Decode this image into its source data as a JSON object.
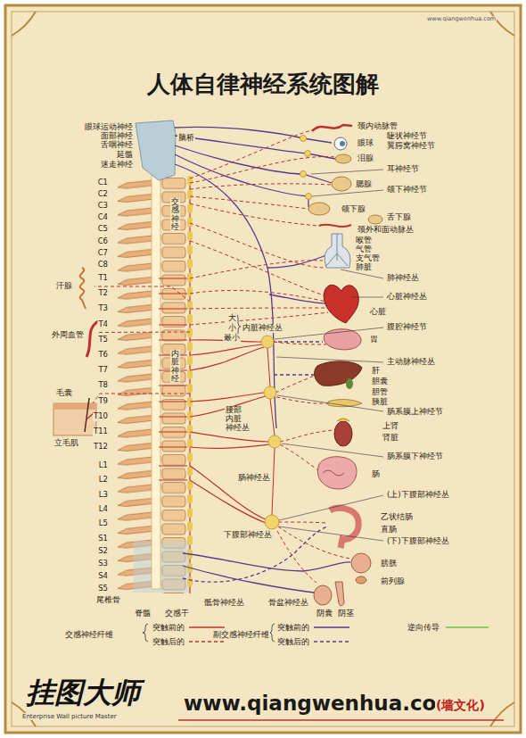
{
  "diagram": {
    "title": "人体自律神经系统图解",
    "labels": [
      "www.qiangwenhua.com",
      "眼球运动神经",
      "面部神经",
      "舌咽神经",
      "延髓",
      "迷走神经",
      "脑桥",
      "C1",
      "C2",
      "C3",
      "C4",
      "C5",
      "C6",
      "C7",
      "C8",
      "T1",
      "T2",
      "T3",
      "T4",
      "T5",
      "T6",
      "T7",
      "T8",
      "T9",
      "T10",
      "T11",
      "T12",
      "L1",
      "L2",
      "L3",
      "L4",
      "L5",
      "S1",
      "S2",
      "S3",
      "S4",
      "S5",
      "尾椎骨",
      "脊髓",
      "交感干",
      "汗腺",
      "外周血管",
      "毛囊",
      "立毛肌",
      "交感神经",
      "内脏神经",
      "大",
      "小",
      "最小",
      "内脏神经丛",
      "腰部 内脏 神经丛",
      "肠神经丛",
      "下腹部神经丛",
      "骶骨神经丛",
      "骨盆神经丛",
      "颈内动脉管",
      "睫状神经节",
      "眼球",
      "翼腭窝神经节",
      "泪腺",
      "耳神经节",
      "腮腺",
      "颌下神经节",
      "颌下腺",
      "舌下腺",
      "颈外和面动脉丛",
      "喉管",
      "气管",
      "支气管",
      "肺脏",
      "肺神经丛",
      "心脏神经丛",
      "心脏",
      "腹腔神经节",
      "胃",
      "主动脉神经丛",
      "肝",
      "胆囊",
      "胆管",
      "胰脏",
      "肠系膜上神经节",
      "上肾",
      "肾脏",
      "肠系膜下神经节",
      "肠",
      "(上)下腹部神经丛",
      "乙状结肠",
      "直肠",
      "(下)下腹部神经丛",
      "膀胱",
      "前列腺",
      "阴囊",
      "阴茎",
      "交感神经纤维",
      "副交感神经纤维",
      "挂图大师",
      "Enterprise Wall picture Master",
      "www.qiangwenhua.com",
      "(墙文化)"
    ],
    "legend": [
      {
        "text": "突触前的"
      },
      {
        "text": "突触后的"
      },
      {
        "text": "突触前的"
      },
      {
        "text": "突触后的"
      },
      {
        "text": "逆向传导"
      }
    ]
  }
}
